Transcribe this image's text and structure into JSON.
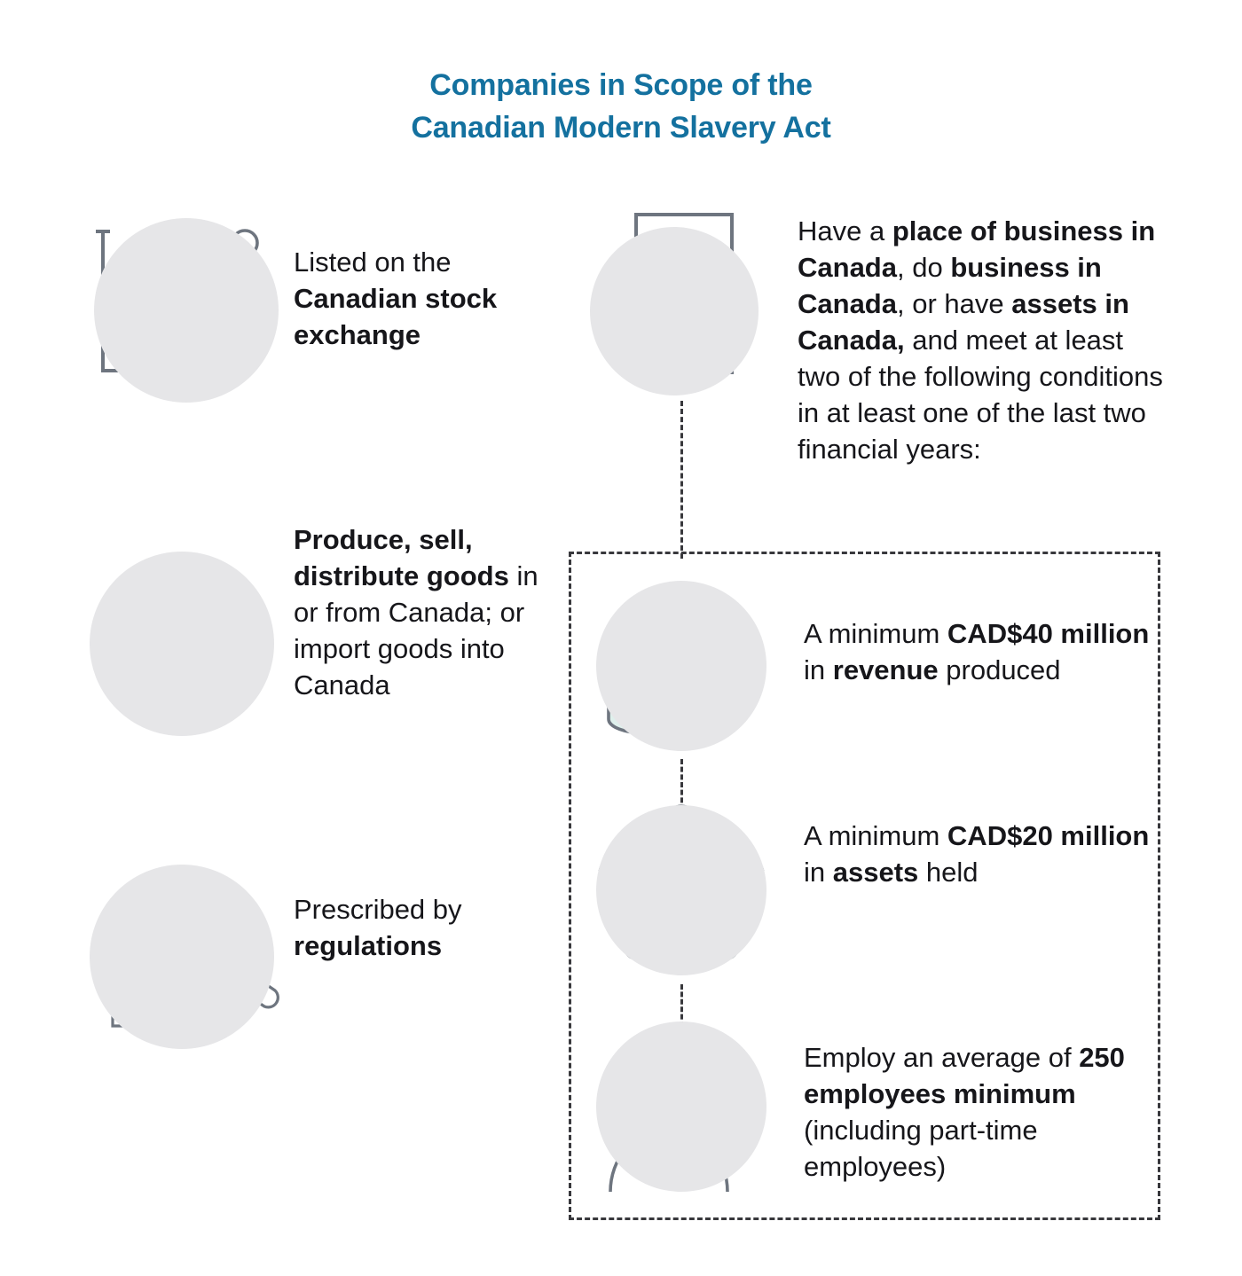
{
  "title": {
    "line1": "Companies in Scope of the",
    "line2": "Canadian Modern Slavery Act",
    "color": "#14719f"
  },
  "colors": {
    "title_blue": "#14719f",
    "icon_circle_grey": "#e6e6e8",
    "accent_orange": "#f04e23",
    "mint_fill": "#dff0ec",
    "outline_grey": "#6e757f",
    "text_black": "#16161a",
    "dash_grey": "#38383c"
  },
  "left_column": [
    {
      "icon": "stock-chart-coins-icon",
      "text_parts": [
        {
          "text": "Listed on the ",
          "bold": false
        },
        {
          "text": "Canadian stock exchange",
          "bold": true
        }
      ],
      "plain_text": "Listed on the Canadian stock exchange"
    },
    {
      "icon": "handshake-icon",
      "text_parts": [
        {
          "text": "Produce, sell, distribute goods",
          "bold": true
        },
        {
          "text": " in or from Canada; or import goods into Canada",
          "bold": false
        }
      ],
      "plain_text": "Produce, sell, distribute goods in or from Canada; or import goods into Canada"
    },
    {
      "icon": "gavel-icon",
      "text_parts": [
        {
          "text": "Prescribed by ",
          "bold": false
        },
        {
          "text": "regulations",
          "bold": true
        }
      ],
      "plain_text": "Prescribed by regulations"
    }
  ],
  "right_column": {
    "intro": {
      "icon": "office-building-icon",
      "text_parts": [
        {
          "text": "Have a ",
          "bold": false
        },
        {
          "text": "place of business in Canada",
          "bold": true
        },
        {
          "text": ", do ",
          "bold": false
        },
        {
          "text": "business in Canada",
          "bold": true
        },
        {
          "text": ", or have ",
          "bold": false
        },
        {
          "text": "assets in Canada,",
          "bold": true
        },
        {
          "text": " and meet at least two of the following conditions in at least one of the last two financial years:",
          "bold": false
        }
      ],
      "plain_text": "Have a place of business in Canada, do business in Canada, or have assets in Canada, and meet at least two of the following conditions in at least one of the last two financial years:"
    },
    "conditions": [
      {
        "icon": "coin-stacks-icon",
        "text_parts": [
          {
            "text": "A minimum ",
            "bold": false
          },
          {
            "text": "CAD$40 million",
            "bold": true
          },
          {
            "text": " in ",
            "bold": false
          },
          {
            "text": "revenue",
            "bold": true
          },
          {
            "text": " produced",
            "bold": false
          }
        ],
        "plain_text": "A minimum CAD$40 million in revenue produced",
        "amount": "CAD$40 million"
      },
      {
        "icon": "assets-dollar-orbit-icon",
        "text_parts": [
          {
            "text": "A minimum ",
            "bold": false
          },
          {
            "text": "CAD$20 million",
            "bold": true
          },
          {
            "text": " in ",
            "bold": false
          },
          {
            "text": "assets",
            "bold": true
          },
          {
            "text": " held",
            "bold": false
          }
        ],
        "plain_text": "A minimum CAD$20 million in assets held",
        "amount": "CAD$20 million"
      },
      {
        "icon": "person-employee-icon",
        "text_parts": [
          {
            "text": "Employ an average of ",
            "bold": false
          },
          {
            "text": "250 employees minimum",
            "bold": true
          },
          {
            "text": " (including part-time employees)",
            "bold": false
          }
        ],
        "plain_text": "Employ an average of 250 employees minimum (including part-time employees)",
        "amount": "250 employees"
      }
    ]
  }
}
